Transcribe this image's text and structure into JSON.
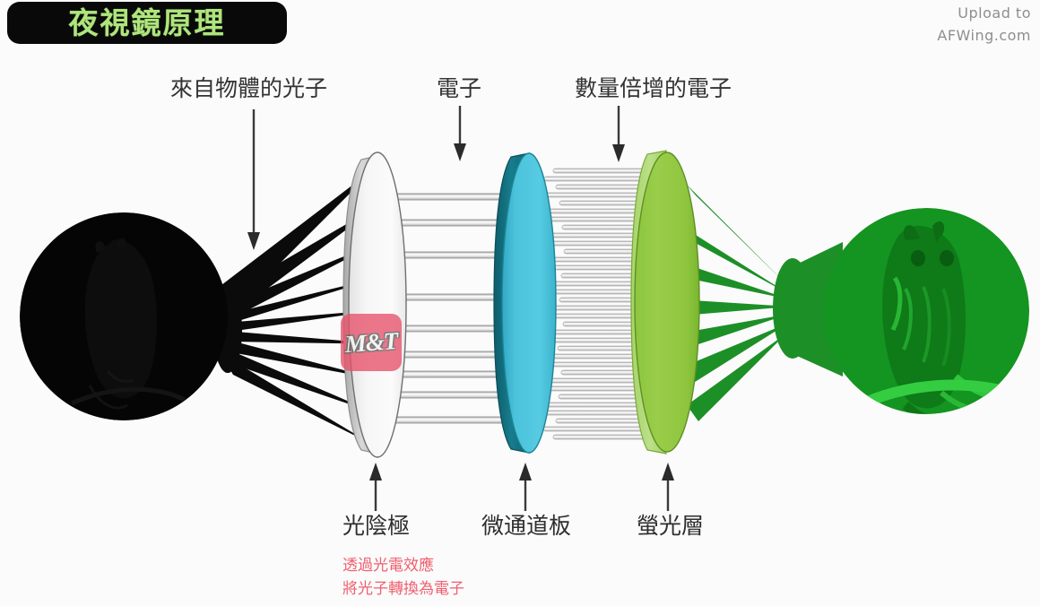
{
  "title": {
    "text": "夜視鏡原理",
    "badge_bg": "#090909",
    "text_color": "#aee57c"
  },
  "watermark": {
    "line1": "Upload to",
    "line2": "AFWing.com",
    "color": "#8e8e8e",
    "logo_text": "M&T",
    "logo_color": "#e8526a"
  },
  "labels": {
    "top": [
      {
        "id": "photons",
        "text": "來自物體的光子"
      },
      {
        "id": "electrons",
        "text": "電子"
      },
      {
        "id": "multiplied-electrons",
        "text": "數量倍增的電子"
      }
    ],
    "bottom": [
      {
        "id": "photocathode",
        "text": "光陰極"
      },
      {
        "id": "microchannel-plate",
        "text": "微通道板"
      },
      {
        "id": "phosphor-screen",
        "text": "螢光層"
      }
    ],
    "notes": [
      "透過光電效應",
      "將光子轉換為電子"
    ]
  },
  "scenes": {
    "input": {
      "id": "dark-owl-scene",
      "description": "黑暗中的貓頭鷹",
      "color": "#050505"
    },
    "output": {
      "id": "green-owl-scene",
      "description": "夜視綠色影像的貓頭鷹",
      "color": "#13931d"
    }
  },
  "components": [
    {
      "id": "photocathode",
      "label": "光陰極",
      "face_color": "#f4f4f4",
      "edge_color": "#c9c9c9"
    },
    {
      "id": "microchannel-plate",
      "label": "微通道板",
      "face_color": "#44bcd8",
      "edge_color": "#11707f"
    },
    {
      "id": "phosphor-screen",
      "label": "螢光層",
      "face_color": "#8fc63d",
      "edge_color": "#b2d86a"
    }
  ],
  "beams": {
    "photon_color": "#0b0b0b",
    "electron_color": "#bdbdbd",
    "output_light_color": "#1d8f27"
  },
  "background": "#fbfbfb"
}
